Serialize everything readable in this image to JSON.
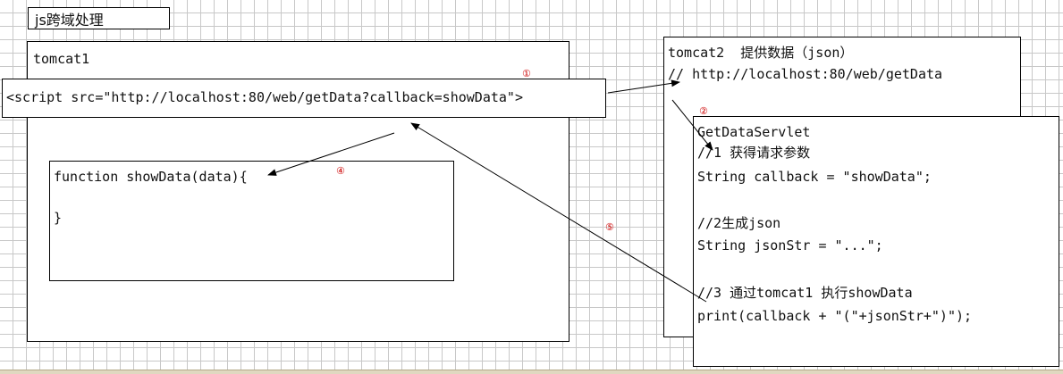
{
  "title": "js跨域处理",
  "tomcat1": {
    "label": "tomcat1",
    "script_tag": "<script src=\"http://localhost:80/web/getData?callback=showData\">",
    "function_line1": "function showData(data){",
    "function_line2": "}"
  },
  "tomcat2": {
    "label": "tomcat2  提供数据（json）",
    "url_comment": "// http://localhost:80/web/getData"
  },
  "servlet": {
    "name": "GetDataServlet",
    "lines": [
      "//1 获得请求参数",
      "String callback = \"showData\";",
      "",
      "//2生成json",
      "String jsonStr = \"...\";",
      "",
      "//3 通过tomcat1 执行showData",
      "print(callback + \"(\"+jsonStr+\")\");"
    ]
  },
  "markers": {
    "step1": "①",
    "step2": "②",
    "step4": "④",
    "step5": "⑤"
  }
}
